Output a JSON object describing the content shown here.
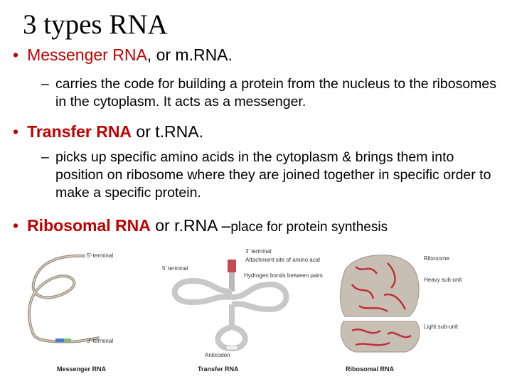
{
  "title": "3 types RNA",
  "bullets": [
    {
      "name": "Messenger RNA",
      "rest": ", or m.RNA.",
      "sub": "carries the code for building a protein from the nucleus to the ribosomes in the cytoplasm. It acts as a messenger."
    },
    {
      "name": "Transfer RNA",
      "rest": " or t.RNA.",
      "sub": " picks up specific amino acids in the cytoplasm & brings them into position on ribosome where they are joined together in specific order to make a specific protein."
    },
    {
      "name": "Ribosomal RNA",
      "rest": " or r.RNA –",
      "rest_small": "place for protein synthesis"
    }
  ],
  "bullet_symbol": "•",
  "dash_symbol": "–",
  "diagram": {
    "mrna": {
      "label_top": "5'-terminal",
      "label_bottom": "3'-terminal",
      "caption": "Messenger RNA"
    },
    "trna": {
      "label_3": "3' terminal",
      "label_5": "5' terminal",
      "label_attach": "Attachment site of amino acid",
      "label_hbond": "Hydrogen bonds between pairs",
      "label_anticodon": "Anticodon",
      "caption": "Transfer RNA"
    },
    "rrna": {
      "label_ribosome": "Ribosome",
      "label_heavy": "Heavy sub-unit",
      "label_light": "Light sub-unit",
      "caption": "Ribosomal RNA"
    }
  },
  "colors": {
    "accent": "#c00000",
    "text": "#000000"
  }
}
